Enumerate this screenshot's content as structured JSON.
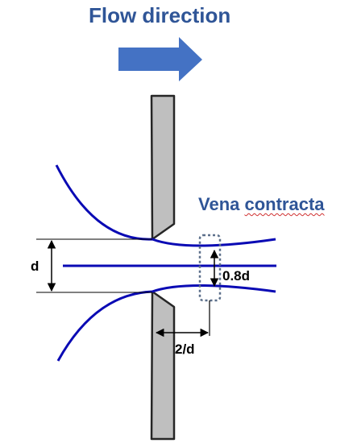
{
  "flow": {
    "title": "Flow direction",
    "arrow_color": "#4472c4",
    "title_color": "#2f5597"
  },
  "vena_contracta": {
    "label_part1": "Vena ",
    "label_part2": "contracta"
  },
  "dimensions": {
    "orifice_label": "d",
    "contraction_label": "0.8d",
    "distance_label": "2/d"
  },
  "colors": {
    "streamline": "#0a0ab4",
    "plate_fill": "#bfbfbf",
    "plate_stroke": "#262626",
    "dashed_box": "#5b6f8a"
  }
}
